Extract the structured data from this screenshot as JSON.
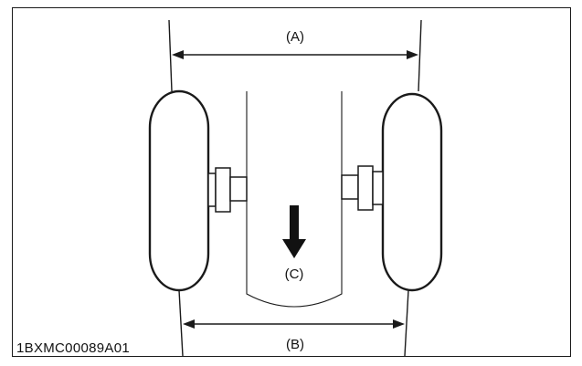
{
  "figure": {
    "code": "1BXMC00089A01",
    "labels": {
      "A": "(A)",
      "B": "(B)",
      "C": "(C)"
    },
    "colors": {
      "line": "#1a1a1a",
      "background": "#ffffff"
    }
  }
}
